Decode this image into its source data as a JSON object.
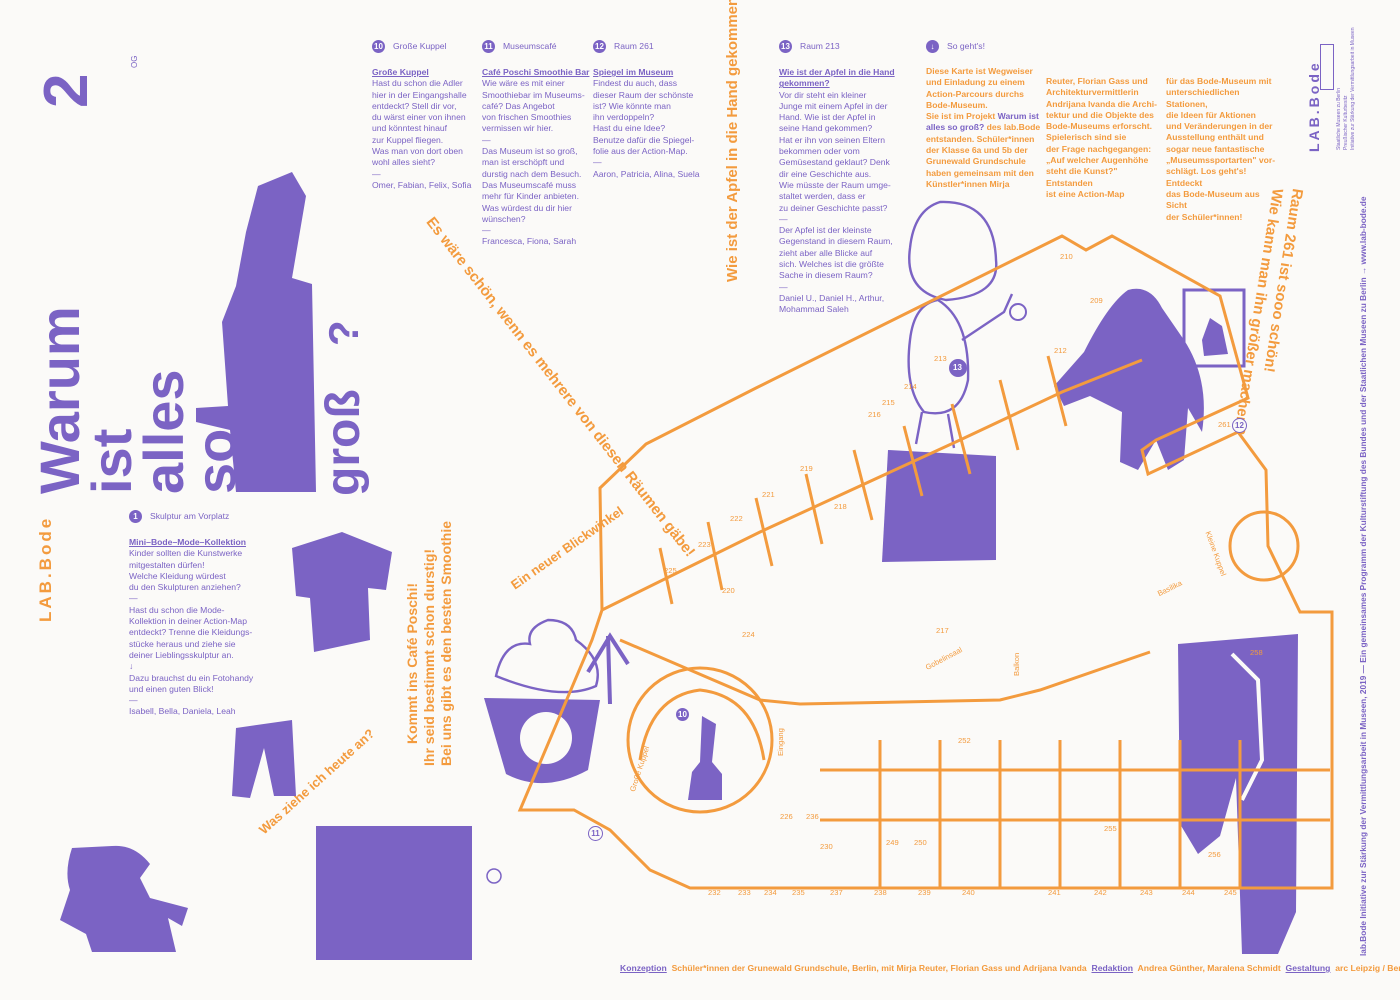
{
  "floor": {
    "number": "2",
    "label": "OG"
  },
  "title": {
    "line1": "Warum",
    "line2": "ist",
    "line3": "alles",
    "line4": "so",
    "line5": "groß",
    "qmark": "?"
  },
  "brand": {
    "logo": "LAB.Bode",
    "small_logo": "LAB.Bode",
    "sm_line1": "Staatliche Museen zu Berlin",
    "sm_line2": "Preußischer Kulturbesitz",
    "sm_line3": "Initiative zur Stärkung der Vermittlungsarbeit in Museen"
  },
  "columns": [
    {
      "num": "10",
      "head": "Große Kuppel",
      "title": "Große Kuppel",
      "body": "Hast du schon die Adler\nhier in der Eingangshalle\nentdeckt? Stell dir vor,\ndu wärst einer von ihnen\nund könntest hinauf\nzur Kuppel fliegen.\nWas man von dort oben\nwohl alles sieht?\n—\nOmer, Fabian, Felix, Sofia"
    },
    {
      "num": "11",
      "head": "Museumscafé",
      "title": "Café Poschi Smoothie Bar",
      "body": "Wie wäre es mit einer\nSmoothiebar im Museums-\ncafé? Das Angebot\nvon frischen Smoothies\nvermissen wir hier.\n—\nDas Museum ist so groß,\nman ist erschöpft und\ndurstig nach dem Besuch.\nDas Museumscafé muss\nmehr für Kinder anbieten.\nWas würdest du dir hier\nwünschen?\n—\nFrancesca, Fiona, Sarah"
    },
    {
      "num": "12",
      "head": "Raum 261",
      "title": "Spiegel im Museum",
      "body": "Findest du auch, dass\ndieser Raum der schönste\nist? Wie könnte man\nihn verdoppeln?\nHast du eine Idee?\nBenutze dafür die Spiegel-\nfolie aus der Action-Map.\n—\nAaron, Patricia, Alina, Suela"
    },
    {
      "num": "13",
      "head": "Raum 213",
      "title": "Wie ist der Apfel in die Hand gekommen?",
      "body": "Vor dir steht ein kleiner\nJunge mit einem Apfel in der\nHand. Wie ist der Apfel in\nseine Hand gekommen?\nHat er ihn von seinen Eltern\nbekommen oder vom\nGemüsestand geklaut? Denk\ndir eine Geschichte aus.\nWie müsste der Raum umge-\nstaltet werden, dass er\nzu deiner Geschichte passt?\n—\nDer Apfel ist der kleinste\nGegenstand in diesem Raum,\nzieht aber alle Blicke auf\nsich. Welches ist die größte\nSache in diesem Raum?\n—\nDaniel U., Daniel H., Arthur,\nMohammad Saleh"
    }
  ],
  "intro": {
    "head": "So geht's!",
    "col1_a": "Diese Karte ist Wegweiser\nund Einladung zu einem\nAction-Parcours durchs\nBode-Museum.\nSie ist im Projekt ",
    "col1_b": "Warum ist\nalles so groß?",
    "col1_c": " des lab.Bode\nentstanden. Schüler*innen\nder Klasse 6a und 5b der\nGrunewald Grundschule\nhaben gemeinsam mit den\nKünstler*innen Mirja",
    "col2": "Reuter, Florian Gass und\nArchitekturvermittlerin\nAndrijana Ivanda  die Archi-\ntektur und die Objekte des\nBode-Museums erforscht.\nSpielerisch sind sie\nder Frage nachgegangen:\n„Auf welcher Augenhöhe\nsteht die Kunst?\" Entstanden\nist eine Action-Map",
    "col3": "für das Bode-Museum mit\nunterschiedlichen Stationen,\ndie Ideen für Aktionen\nund Veränderungen in der\nAusstellung enthält und\nsogar neue fantastische\n„Museumssportarten\" vor-\nschlägt. Los geht's! Entdeckt\ndas Bode-Museum aus Sicht\nder Schüler*innen!"
  },
  "station1": {
    "num": "1",
    "head": "Skulptur am Vorplatz",
    "title": "Mini–Bode–Mode–Kollektion",
    "body": "Kinder sollten die Kunstwerke\nmitgestalten dürfen!\nWelche Kleidung würdest\ndu den Skulpturen anziehen?\n—\nHast du schon die Mode-\nKollektion in deiner Action-Map\nentdeckt? Trenne die Kleidungs-\nstücke heraus und ziehe sie\ndeiner Lieblingsskulptur an.\n↓\nDazu brauchst du ein Fotohandy\nund einen guten Blick!\n—\nIsabell, Bella, Daniela, Leah"
  },
  "handwritten": {
    "raeume": "Es wäre schön, wenn es mehrere von diesen Räumen gäbe!",
    "apfel": "Wie ist der Apfel in die Hand gekommen?",
    "raum261": "Raum 261 ist sooo schön!",
    "raum261b": "Wie kann man ihn größer machen?",
    "blickwinkel": "Ein neuer Blickwinkel",
    "cafe1": "Kommt ins Café Poschi!",
    "cafe2": "Ihr seid bestimmt schon durstig!",
    "cafe3": "Bei uns gibt es den besten Smoothie",
    "kleidung": "Was ziehe ich heute an?"
  },
  "map_labels": {
    "rooms": [
      "210",
      "209",
      "212",
      "213",
      "214",
      "215",
      "216",
      "217",
      "218",
      "219",
      "220",
      "221",
      "222",
      "223",
      "224",
      "225",
      "226",
      "230",
      "232",
      "233",
      "234",
      "235",
      "236",
      "237",
      "238",
      "239",
      "240",
      "241",
      "242",
      "243",
      "244",
      "245",
      "249",
      "250",
      "252",
      "255",
      "256",
      "258",
      "261"
    ],
    "gobelinsaal": "Gobelinsaal",
    "basilika": "Basilika",
    "kleine_kuppel": "Kleine Kuppel",
    "grosse_kuppel": "Große Kuppel",
    "eingang": "Eingang",
    "balkon": "Balkon",
    "map_nums": [
      "10",
      "11",
      "12",
      "13"
    ]
  },
  "side_text": "lab.Bode  Initiative zur Stärkung der Vermittlungsarbeit in Museen, 2019 — Ein gemeinsames Programm der Kulturstiftung des Bundes und der Staatlichen Museen zu Berlin  → www.lab-bode.de",
  "footer": {
    "k_label": "Konzeption",
    "k_text": "Schüler*innen der Grunewald Grundschule, Berlin, mit Mirja Reuter, Florian Gass und Adrijana Ivanda",
    "r_label": "Redaktion",
    "r_text": "Andrea Günther, Maralena Schmidt",
    "g_label": "Gestaltung",
    "g_text": "arc Leipzig / Berlin"
  },
  "colors": {
    "purple": "#7b63c4",
    "orange": "#f39b3e"
  },
  "icons": [
    "arrow-down-icon"
  ]
}
